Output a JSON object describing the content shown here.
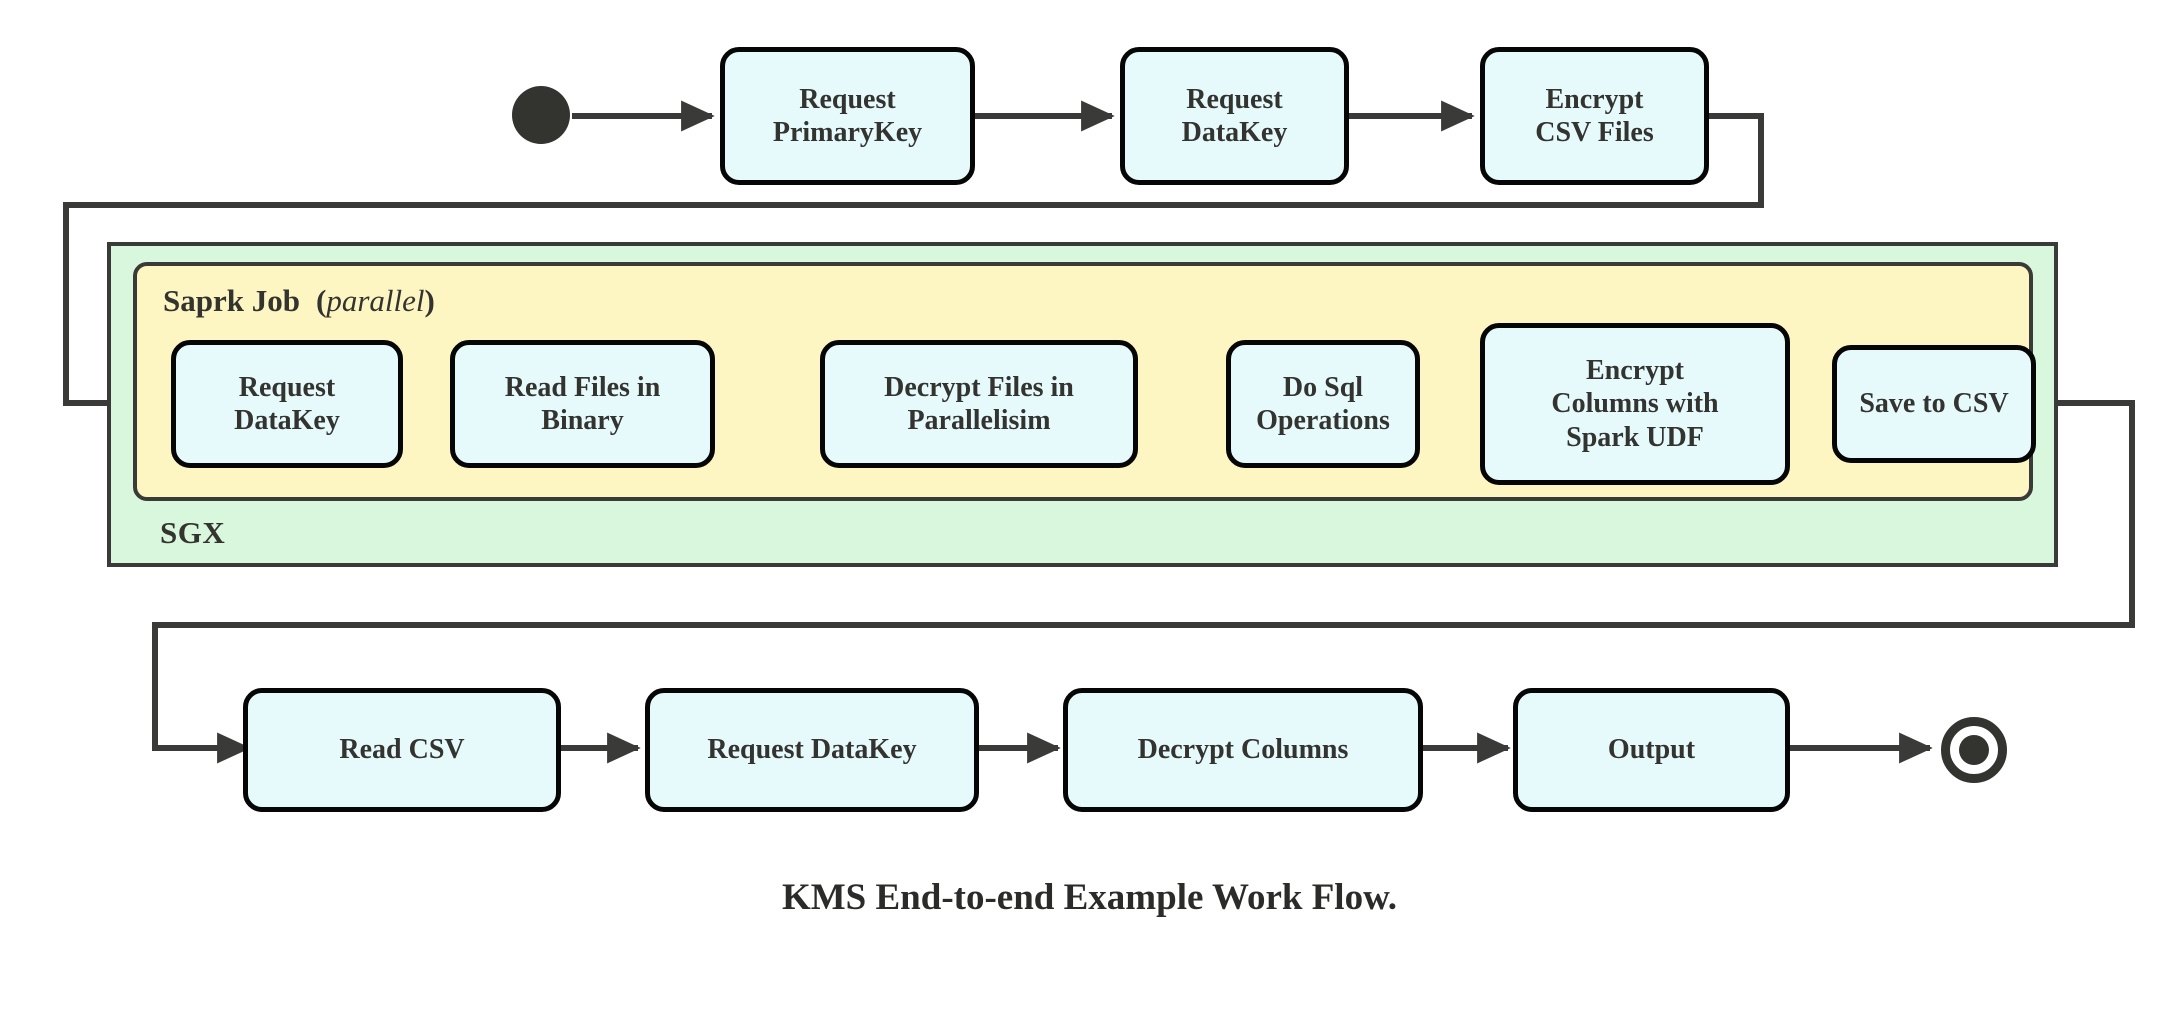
{
  "diagram": {
    "caption": "KMS End-to-end Example Work Flow.",
    "colors": {
      "node_fill": "#e6fafc",
      "node_stroke": "#060606",
      "sgx_fill": "#d9f7dc",
      "spark_fill": "#fdf5c2",
      "container_stroke": "#3a3a38",
      "text": "#333330",
      "connector": "#3a3a38"
    },
    "markers": {
      "start_node": "filled-circle-start-state",
      "end_node": "bullseye-final-state"
    },
    "containers": [
      {
        "id": "sgx",
        "label": "SGX",
        "label_position": "bottom-left"
      },
      {
        "id": "spark-job",
        "label_main": "Saprk Job",
        "label_italic": "parallel",
        "label_paren_open": "(",
        "label_paren_close": ")",
        "label_position": "top-left"
      }
    ],
    "rows": [
      {
        "id": "row-top",
        "nodes": [
          {
            "id": "request-primarykey",
            "lines": [
              "Request",
              "PrimaryKey"
            ]
          },
          {
            "id": "request-datakey-top",
            "lines": [
              "Request",
              "DataKey"
            ]
          },
          {
            "id": "encrypt-csv-files",
            "lines": [
              "Encrypt",
              "CSV Files"
            ]
          }
        ]
      },
      {
        "id": "row-spark",
        "nodes": [
          {
            "id": "request-datakey-spark",
            "lines": [
              "Request",
              "DataKey"
            ]
          },
          {
            "id": "read-files-in-binary",
            "lines": [
              "Read Files in",
              "Binary"
            ]
          },
          {
            "id": "decrypt-files-in-parallelisim",
            "lines": [
              "Decrypt Files in",
              "Parallelisim"
            ]
          },
          {
            "id": "do-sql-operations",
            "lines": [
              "Do Sql",
              "Operations"
            ]
          },
          {
            "id": "encrypt-columns-with-spark-udf",
            "lines": [
              "Encrypt",
              "Columns with",
              "Spark UDF"
            ]
          },
          {
            "id": "save-to-csv",
            "lines": [
              "Save to CSV"
            ]
          }
        ]
      },
      {
        "id": "row-bottom",
        "nodes": [
          {
            "id": "read-csv",
            "lines": [
              "Read CSV"
            ]
          },
          {
            "id": "request-datakey-bottom",
            "lines": [
              "Request DataKey"
            ]
          },
          {
            "id": "decrypt-columns",
            "lines": [
              "Decrypt Columns"
            ]
          },
          {
            "id": "output",
            "lines": [
              "Output"
            ]
          }
        ]
      }
    ]
  }
}
